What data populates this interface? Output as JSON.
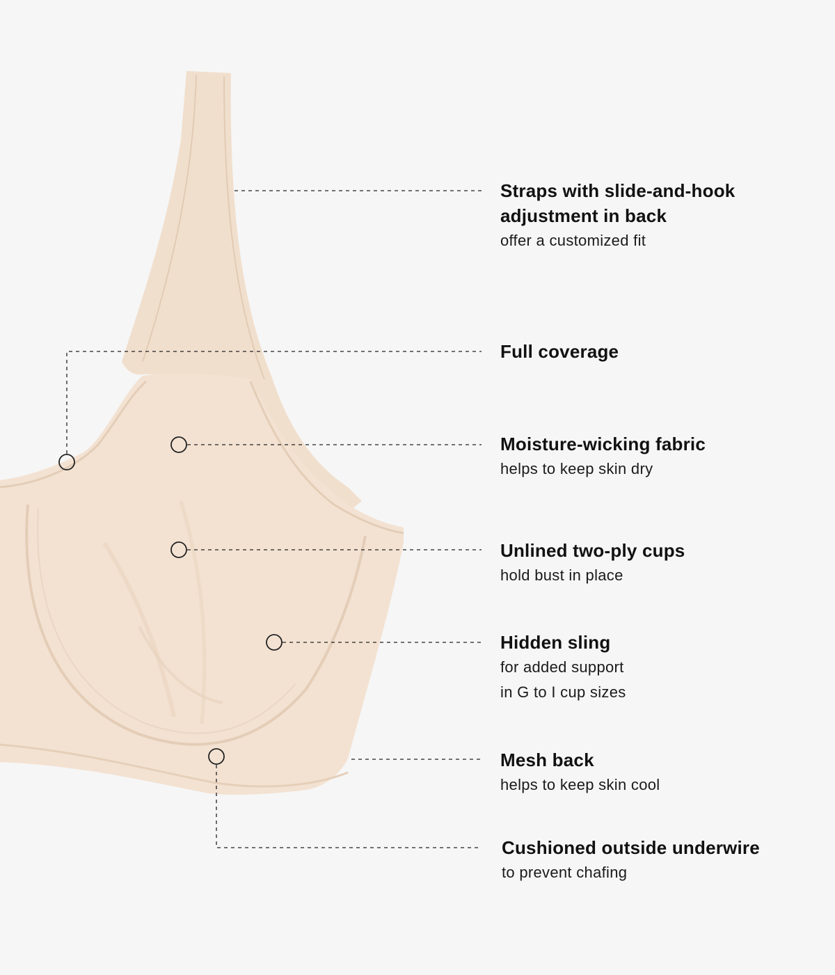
{
  "colors": {
    "background": "#f6f6f6",
    "fabric": "#f3e2d2",
    "fabric_shadow": "#e8d2bd",
    "line": "#222222"
  },
  "callouts": [
    {
      "title": "Straps with slide-and-hook adjustment in back",
      "desc": [
        "offer a customized fit"
      ]
    },
    {
      "title": "Full coverage",
      "desc": []
    },
    {
      "title": "Moisture-wicking fabric",
      "desc": [
        "helps to keep skin dry"
      ]
    },
    {
      "title": "Unlined two-ply cups",
      "desc": [
        "hold bust in place"
      ]
    },
    {
      "title": "Hidden sling",
      "desc": [
        "for added support",
        "in G to I cup sizes"
      ]
    },
    {
      "title": "Mesh back",
      "desc": [
        "helps to keep skin cool"
      ]
    },
    {
      "title": "Cushioned outside underwire",
      "desc": [
        "to prevent chafing"
      ]
    }
  ]
}
